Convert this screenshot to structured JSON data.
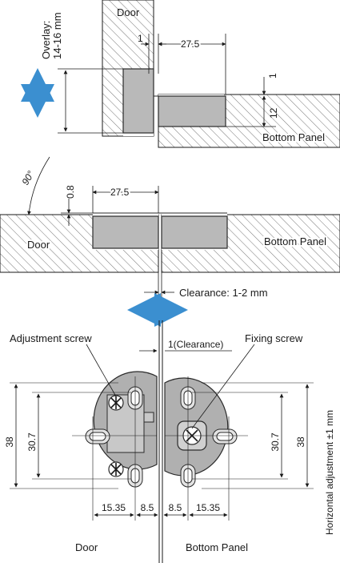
{
  "colors": {
    "hatch": "#444444",
    "hinge_fill": "#b9b9b9",
    "hinge_stroke": "#2a2a2a",
    "arrow": "#3b8fd0",
    "line": "#1a1a1a"
  },
  "top_section": {
    "door_label": "Door",
    "overlay_label_1": "Overlay:",
    "overlay_label_2": "14-16 mm",
    "dim_gap": "1",
    "dim_depth": "27.5",
    "dim_step": "1",
    "dim_thickness": "12",
    "panel_label": "Bottom Panel"
  },
  "middle_section": {
    "angle_label": "90°",
    "dim_height": "0.8",
    "dim_depth": "27.5",
    "door_label": "Door",
    "panel_label": "Bottom Panel",
    "clearance_label": "Clearance: 1-2 mm"
  },
  "bottom_section": {
    "adjustment_screw_label": "Adjustment screw",
    "clearance_label": "1(Clearance)",
    "fixing_screw_label": "Fixing screw",
    "dim_left_outer": "38",
    "dim_left_inner": "30.7",
    "dim_right_inner": "30.7",
    "dim_right_outer": "38",
    "horizontal_adjust_label": "Horizontal adjustment ±1 mm",
    "dim_left_radius": "15.35",
    "dim_left_half_gap": "8.5",
    "dim_right_half_gap": "8.5",
    "dim_right_radius": "15.35",
    "door_label": "Door",
    "panel_label": "Bottom Panel"
  }
}
